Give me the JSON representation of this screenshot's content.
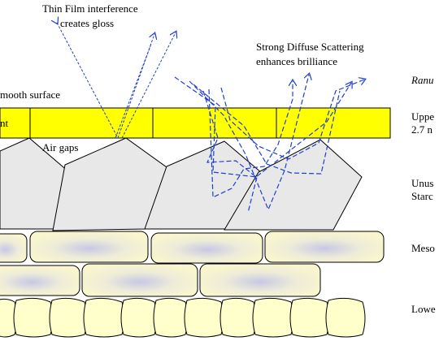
{
  "annotations": {
    "thin_film": [
      "Thin Film interference",
      "creates gloss"
    ],
    "diffuse": [
      "Strong Diffuse Scattering",
      "enhances brilliance"
    ],
    "smooth_surface": "mooth surface",
    "epidermis_fragment": "nt",
    "air_gaps": "Air gaps"
  },
  "right_labels": {
    "heading": "Ranu",
    "upper": [
      "Uppe",
      "2.7 n"
    ],
    "unusual": [
      "Unus",
      "Starc"
    ],
    "meso": "Meso",
    "lower": "Lowe"
  },
  "colors": {
    "epidermis": "#ffff00",
    "starch_cell": "#e8e8e8",
    "meso_cell": "#f7f4cc",
    "lower_cell": "#ffffcc",
    "ray": "#1f3fcf",
    "meso_highlight": "#c9c9e8"
  }
}
